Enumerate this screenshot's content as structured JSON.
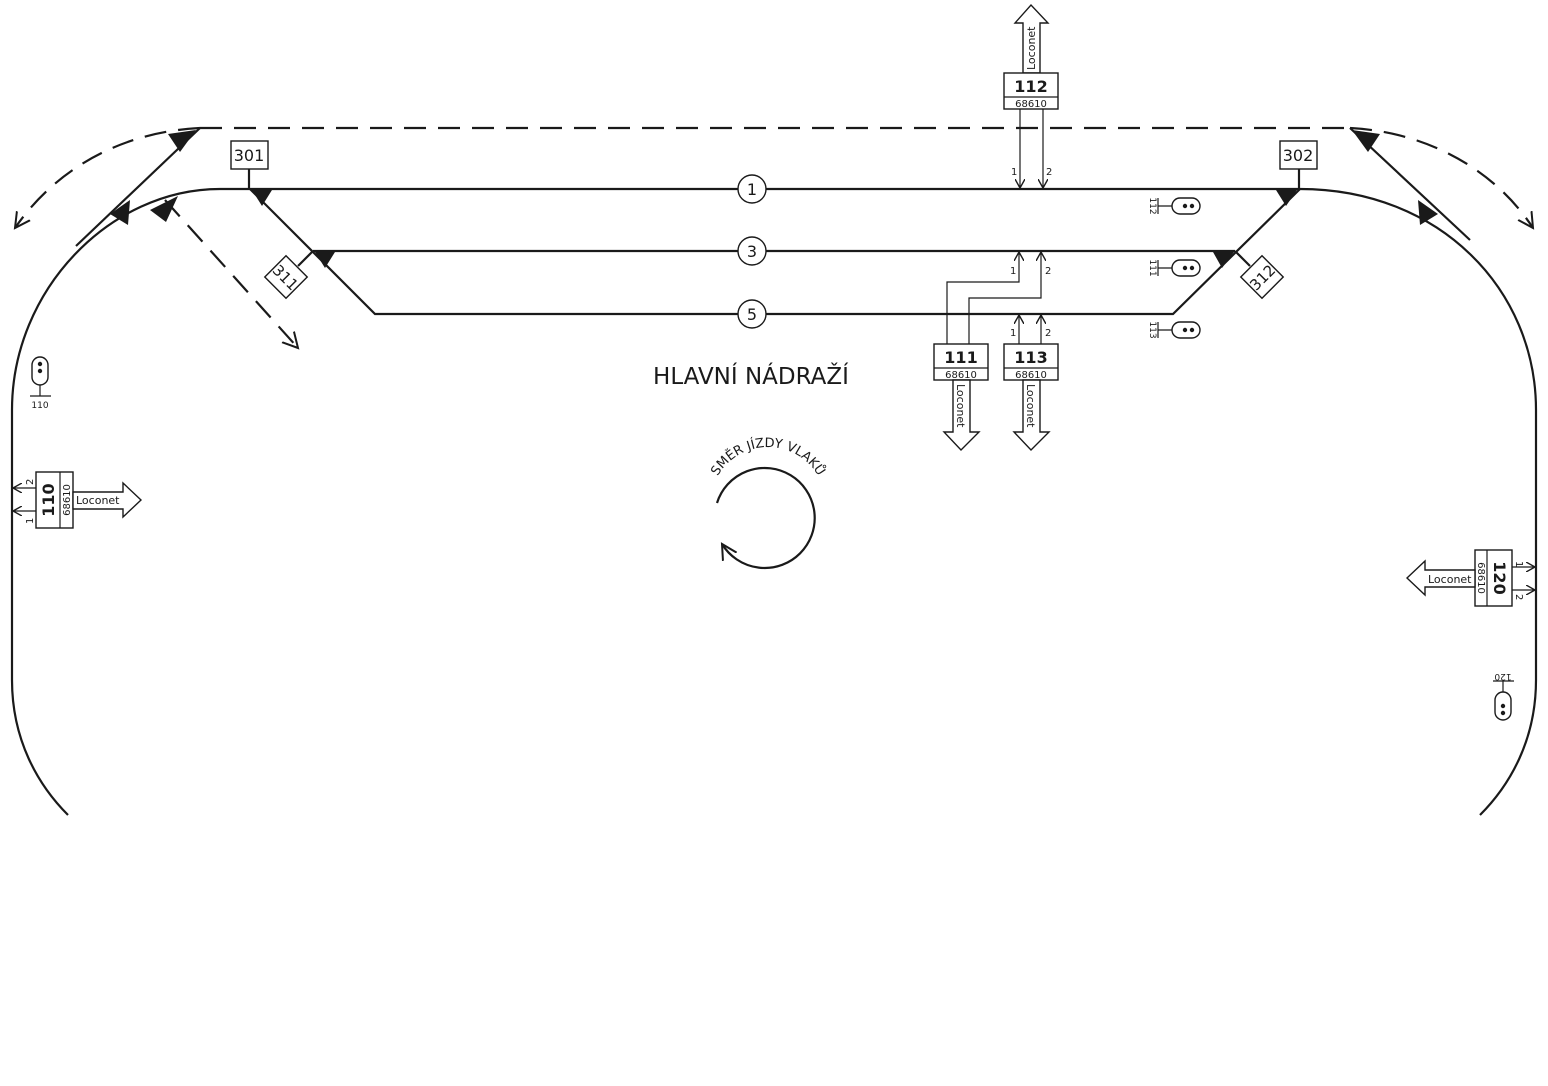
{
  "title": "HLAVNÍ NÁDRAŽÍ",
  "direction_label": "SMĚR JÍZDY VLAKŮ",
  "tracks": [
    {
      "label": "1"
    },
    {
      "label": "3"
    },
    {
      "label": "5"
    }
  ],
  "sections": [
    {
      "label": "301"
    },
    {
      "label": "302"
    },
    {
      "label": "311"
    },
    {
      "label": "312"
    }
  ],
  "modules": [
    {
      "id": "112",
      "type": "68610",
      "bus": "Loconet",
      "out1": "1",
      "out2": "2"
    },
    {
      "id": "111",
      "type": "68610",
      "bus": "Loconet",
      "out1": "1",
      "out2": "2"
    },
    {
      "id": "113",
      "type": "68610",
      "bus": "Loconet",
      "out1": "1",
      "out2": "2"
    },
    {
      "id": "110",
      "type": "68610",
      "bus": "Loconet",
      "out1": "1",
      "out2": "2"
    },
    {
      "id": "120",
      "type": "68610",
      "bus": "Loconet",
      "out1": "1",
      "out2": "2"
    }
  ],
  "signals": [
    {
      "label": "112"
    },
    {
      "label": "111"
    },
    {
      "label": "113"
    },
    {
      "label": "110"
    },
    {
      "label": "120"
    }
  ],
  "colors": {
    "ink": "#1a1a1a",
    "background": "#ffffff"
  }
}
